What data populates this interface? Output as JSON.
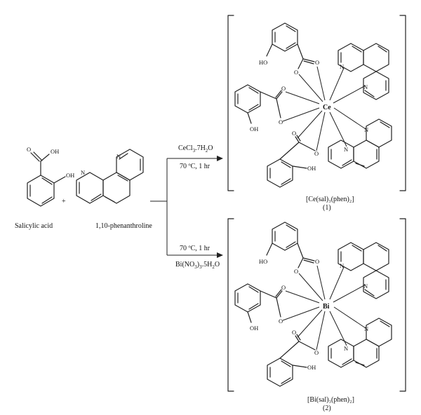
{
  "reactants": {
    "salicylic_acid": "Salicylic acid",
    "plus": "+",
    "phenanthroline": "1,10-phenanthroline"
  },
  "atoms": {
    "oh": "OH",
    "ho": "HO",
    "o": "O",
    "n": "N"
  },
  "route1": {
    "reagent_prefix": "CeCl",
    "reagent_sub1": "3",
    "reagent_mid": ".7H",
    "reagent_sub2": "2",
    "reagent_suffix": "O",
    "condition": "70 ºC, 1 hr",
    "metal": "Ce",
    "product_formula": "[Ce(sal)₃(phen)₂]",
    "product_number": "(1)"
  },
  "route2": {
    "condition": "70 ºC, 1 hr",
    "reagent_a": "Bi(NO",
    "reagent_sub1": "3",
    "reagent_b": ")",
    "reagent_sub2": "3",
    "reagent_c": ".5H",
    "reagent_sub3": "2",
    "reagent_d": "O",
    "metal": "Bi",
    "product_formula": "[Bi(sal)₃(phen)₂]",
    "product_number": "(2)"
  }
}
